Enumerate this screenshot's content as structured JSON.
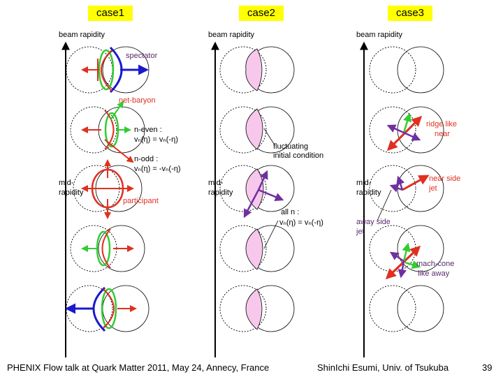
{
  "headers": {
    "case1": "case1",
    "case2": "case2",
    "case3": "case3"
  },
  "axis": {
    "beam_rapidity": "beam rapidity",
    "mid_rapidity_line1": "mid-",
    "mid_rapidity_line2": "rapidity"
  },
  "case1_labels": {
    "spectator": "spectator",
    "net_baryon": "net-baryon",
    "n_even_title": "n-even :",
    "n_even_formula": "vₙ(η) = vₙ(-η)",
    "n_odd_title": "n-odd :",
    "n_odd_formula": "vₙ(η) = -vₙ(-η)",
    "participant": "participant"
  },
  "case2_labels": {
    "fluctuating_line1": "fluctuating",
    "fluctuating_line2": "initial condition",
    "all_n_title": "all n :",
    "all_n_formula": "vₙ(η) = vₙ(-η)"
  },
  "case3_labels": {
    "ridge_line1": "ridge like",
    "ridge_line2": "near",
    "near_side_line1": "near side",
    "near_side_line2": "jet",
    "away_side_line1": "away side",
    "away_side_line2": "jet",
    "mach_line1": "mach-cone",
    "mach_line2": "like away"
  },
  "footer": {
    "left": "PHENIX Flow talk at Quark Matter 2011, May 24, Annecy, France",
    "right": "ShinIchi Esumi, Univ. of Tsukuba",
    "page": "39"
  },
  "colors": {
    "header_bg": "#ffff00",
    "red": "#e03020",
    "green": "#33cc33",
    "blue": "#1a1acc",
    "purple": "#7030a0",
    "pink": "#f8c8ec"
  }
}
